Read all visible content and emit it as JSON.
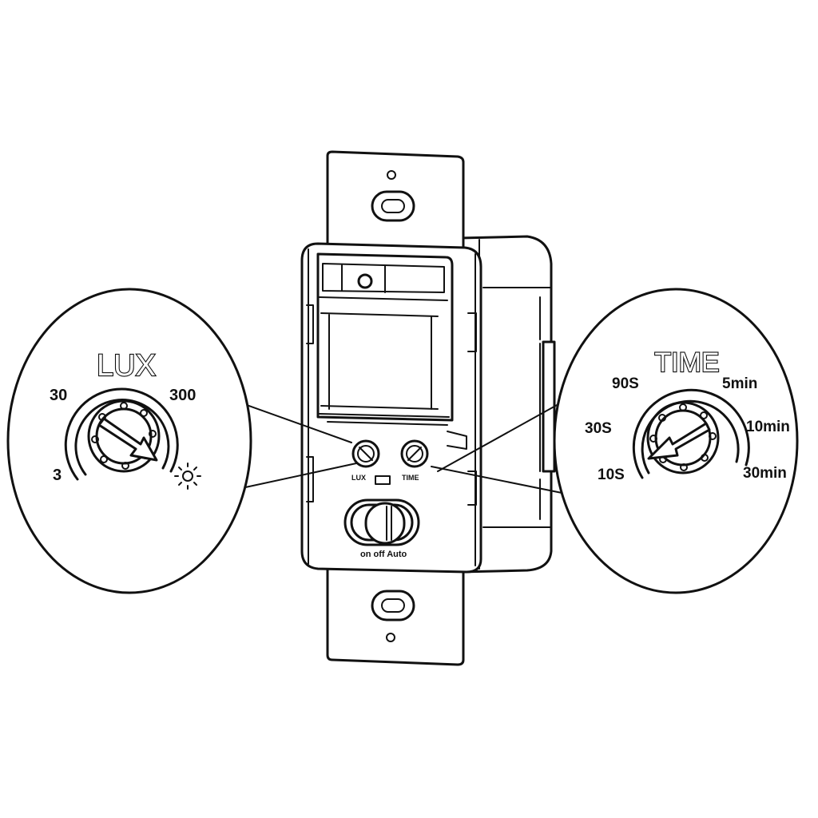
{
  "lux_dial": {
    "title": "LUX",
    "ticks": [
      "3",
      "30",
      "300"
    ],
    "max_icon": "sun-icon"
  },
  "time_dial": {
    "title": "TIME",
    "ticks": [
      "10S",
      "30S",
      "90S",
      "5min",
      "10min",
      "30min"
    ]
  },
  "device": {
    "lux_label": "LUX",
    "time_label": "TIME",
    "switch_label": "on off Auto"
  },
  "colors": {
    "line": "#111111",
    "background": "#ffffff"
  }
}
